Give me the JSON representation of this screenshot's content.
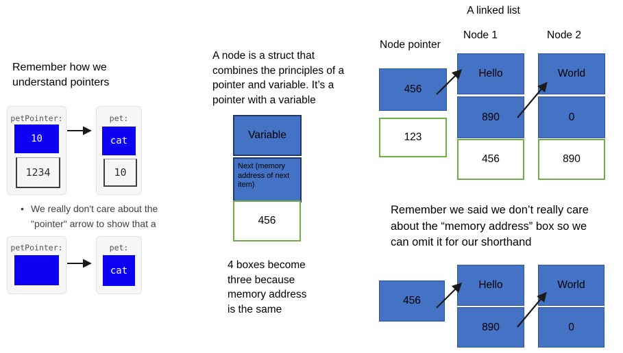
{
  "colors": {
    "slide_blue_fill": "#4472C4",
    "slide_blue_border": "#2F5597",
    "navy_border": "#1F3864",
    "green_border": "#70AD47",
    "pure_blue": "#0D00F2",
    "card_bg": "#F6F6F7",
    "arrow_black": "#1A1A1A"
  },
  "left": {
    "heading_lines": [
      "Remember how we",
      "understand pointers"
    ],
    "row1": {
      "pointer_card": {
        "label": "petPointer:",
        "value": "10",
        "address": "1234"
      },
      "pet_card": {
        "label": "pet:",
        "value": "cat",
        "address": "10"
      }
    },
    "bullet_lines": [
      "We really don't care about the",
      "\"pointer\" arrow to show that a"
    ],
    "bullet_glyph": "•",
    "row2": {
      "pointer_card": {
        "label": "petPointer:",
        "value": ""
      },
      "pet_card": {
        "label": "pet:",
        "value": "cat"
      }
    }
  },
  "middle": {
    "paragraph_lines": [
      "A node is a struct that",
      "combines the principles of a",
      "pointer and variable. It’s a",
      "pointer with a variable"
    ],
    "variable_label": "Variable",
    "next_label": "Next (memory address of next item)",
    "address_value": "456",
    "caption_lines": [
      "4 boxes become",
      "three because",
      "memory address",
      "is the same"
    ]
  },
  "right": {
    "title": "A linked list",
    "pointer_label": "Node pointer",
    "node1_label": "Node 1",
    "node2_label": "Node 2",
    "top": {
      "pointer_value": "456",
      "pointer_address": "123",
      "node1_value": "Hello",
      "node1_next": "890",
      "node1_address": "456",
      "node2_value": "World",
      "node2_next": "0",
      "node2_address": "890"
    },
    "note_lines": [
      "Remember we said we don’t really care",
      "about the “memory address” box so we",
      "can omit it for our shorthand"
    ],
    "bottom": {
      "pointer_value": "456",
      "node1_value": "Hello",
      "node1_next": "890",
      "node2_value": "World",
      "node2_next": "0"
    }
  }
}
